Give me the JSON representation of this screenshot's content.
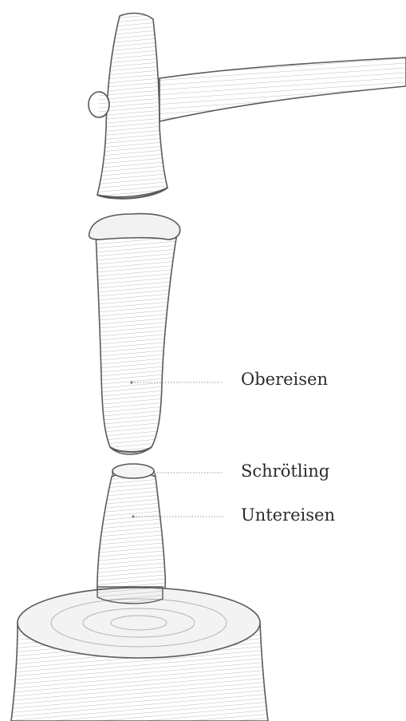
{
  "labels": {
    "obereisen": "Obereisen",
    "schroetling": "Schrötling",
    "untereisen": "Untereisen"
  },
  "colors": {
    "line": "#5a5a5a",
    "shade": "#8a8a8a",
    "leader": "#9a9a9a",
    "text": "#2b2b2b"
  }
}
